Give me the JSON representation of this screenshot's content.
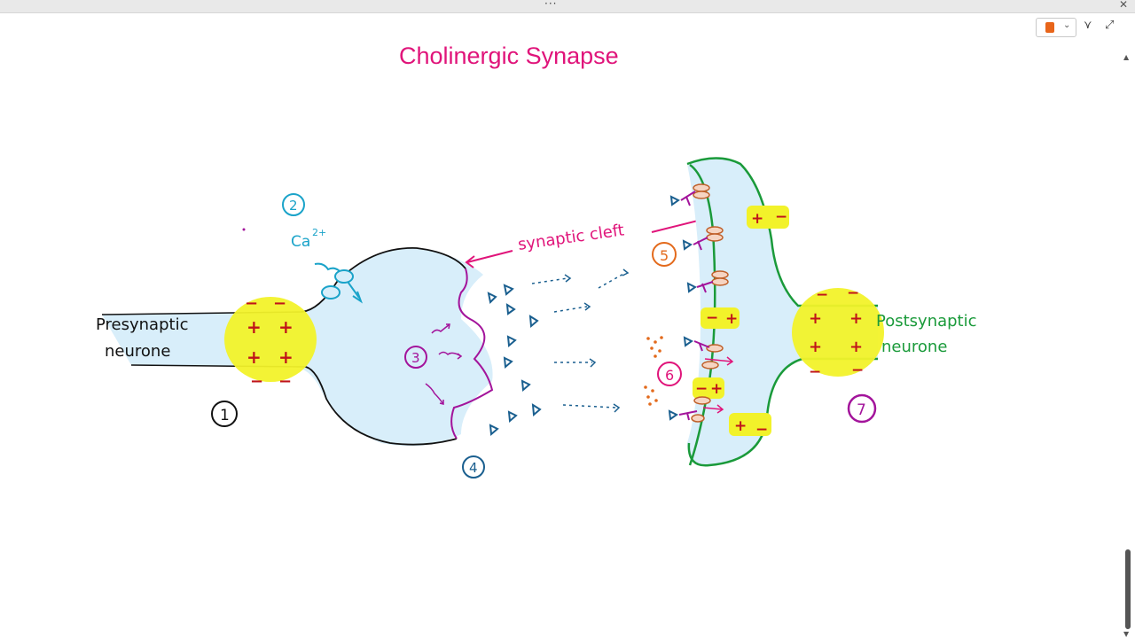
{
  "title": "Cholinergic Synapse",
  "labels": {
    "presynaptic": [
      "Presynaptic",
      "neurone"
    ],
    "postsynaptic": [
      "Postsynaptic",
      "neurone"
    ],
    "synaptic_cleft": "synaptic cleft",
    "calcium": "Ca",
    "calcium_charge": "2+"
  },
  "steps": [
    "1",
    "2",
    "3",
    "4",
    "5",
    "6",
    "7"
  ],
  "charges": {
    "plus": "+",
    "minus": "−"
  },
  "colors": {
    "title": "#e0147a",
    "step1": "#111111",
    "step2": "#1aa3c9",
    "step3": "#a3149b",
    "step4": "#1a5f8f",
    "step5": "#e36a1c",
    "step6": "#e0147a",
    "step7": "#a3149b",
    "postsynaptic": "#1a9a3a",
    "neuron_fill": "#d8eefa",
    "depolarised": "#f2f22a"
  },
  "toolbar": {
    "pen": "pen-icon",
    "lasso": "lasso-icon",
    "expand": "expand-icon"
  }
}
